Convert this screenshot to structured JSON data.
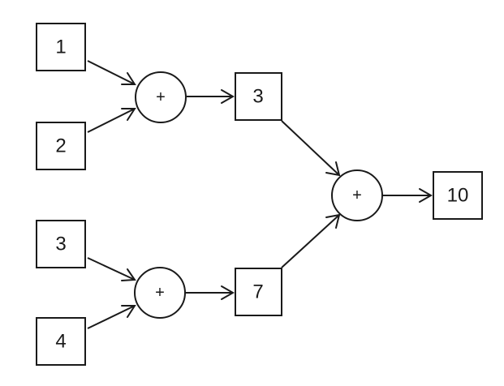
{
  "diagram": {
    "inputs": [
      {
        "label": "1"
      },
      {
        "label": "2"
      },
      {
        "label": "3"
      },
      {
        "label": "4"
      }
    ],
    "operators": [
      {
        "label": "+"
      },
      {
        "label": "+"
      },
      {
        "label": "+"
      }
    ],
    "intermediates": [
      {
        "label": "3"
      },
      {
        "label": "7"
      }
    ],
    "output": {
      "label": "10"
    }
  }
}
